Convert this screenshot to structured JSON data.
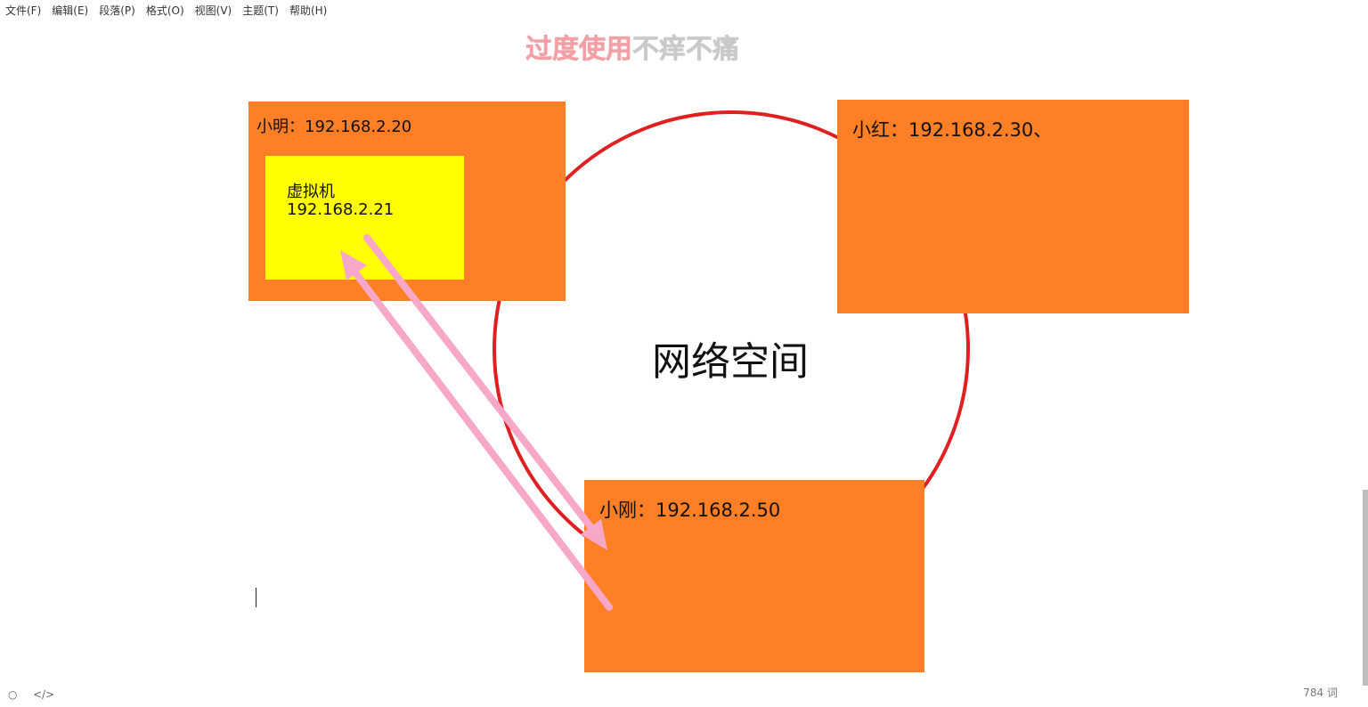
{
  "menu": {
    "items": [
      {
        "label": "文件(F)"
      },
      {
        "label": "编辑(E)"
      },
      {
        "label": "段落(P)"
      },
      {
        "label": "格式(O)"
      },
      {
        "label": "视图(V)"
      },
      {
        "label": "主题(T)"
      },
      {
        "label": "帮助(H)"
      }
    ]
  },
  "watermark": {
    "part1": "过度使用",
    "part2": "不痒不痛"
  },
  "diagram": {
    "center_label": "网络空间",
    "nodes": {
      "xiaoming": {
        "label": "小明：192.168.2.20"
      },
      "vm": {
        "line1": "虚拟机",
        "line2": "192.168.2.21"
      },
      "xiaohong": {
        "label": "小红：192.168.2.30、"
      },
      "xiaogang": {
        "label": "小刚：192.168.2.50"
      }
    },
    "colors": {
      "node_fill": "#ff7f27",
      "vm_fill": "#ffff00",
      "circle_stroke": "#e02020",
      "arrow_color": "#f7a8c8"
    }
  },
  "status": {
    "left_icon_1": "circle-icon",
    "left_icon_2": "code-icon",
    "word_count": "784 词"
  }
}
